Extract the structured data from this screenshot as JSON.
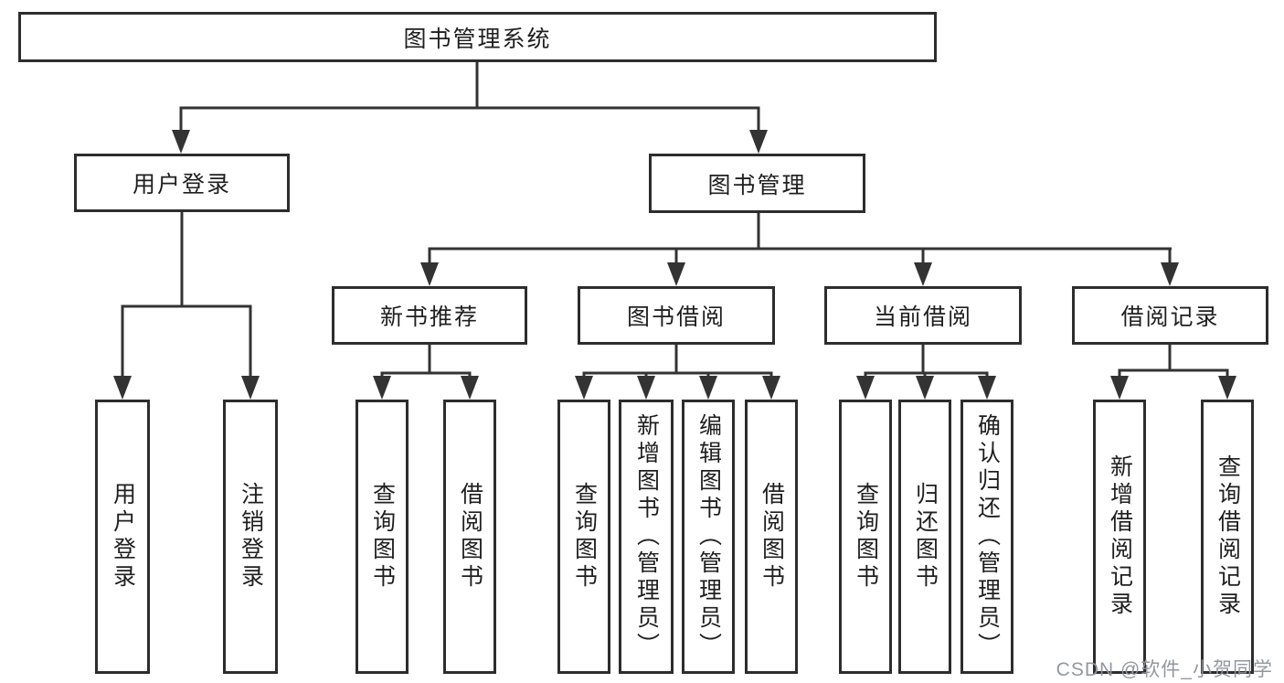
{
  "diagram_title": "图书管理系统",
  "tree": {
    "root": "图书管理系统",
    "level2": [
      {
        "label": "用户登录"
      },
      {
        "label": "图书管理"
      }
    ],
    "user_login_children": [
      "用户登录",
      "注销登录"
    ],
    "level3": [
      "新书推荐",
      "图书借阅",
      "当前借阅",
      "借阅记录"
    ],
    "new_book_children": [
      "查询图书",
      "借阅图书"
    ],
    "borrow_children": [
      "查询图书",
      "新增图书（管理员）",
      "编辑图书（管理员）",
      "借阅图书"
    ],
    "current_children": [
      "查询图书",
      "归还图书",
      "确认归还（管理员）"
    ],
    "record_children": [
      "新增借阅记录",
      "查询借阅记录"
    ]
  },
  "watermark": "CSDN @软件_小贺同学",
  "colors": {
    "line": "#333333",
    "border": "#2d2d2d",
    "text": "#1f1f1f",
    "watermark": "#8c9299",
    "background": "#ffffff"
  }
}
